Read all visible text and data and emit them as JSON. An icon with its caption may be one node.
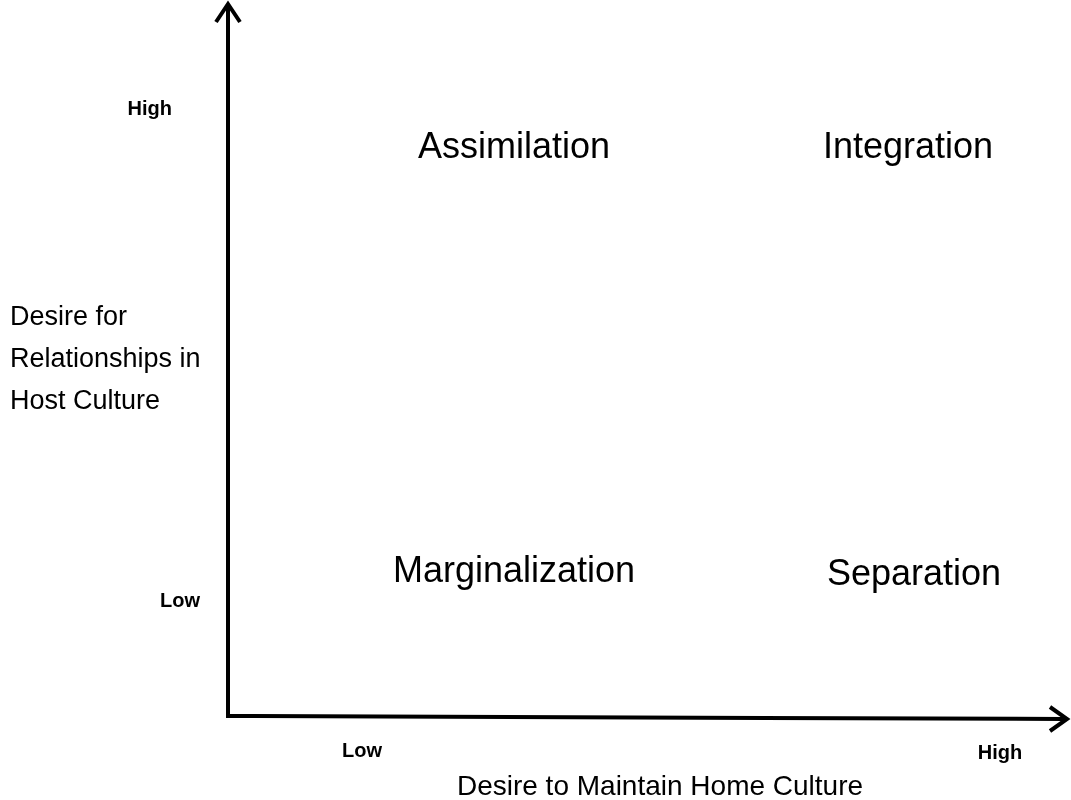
{
  "diagram": {
    "labels": [
      "High",
      "Assimilation",
      "Integration",
      "Desire for Relationships in Host Culture",
      "Marginalization",
      "Separation",
      "Low",
      "Low",
      "High",
      "Desire to Maintain Home Culture"
    ]
  }
}
